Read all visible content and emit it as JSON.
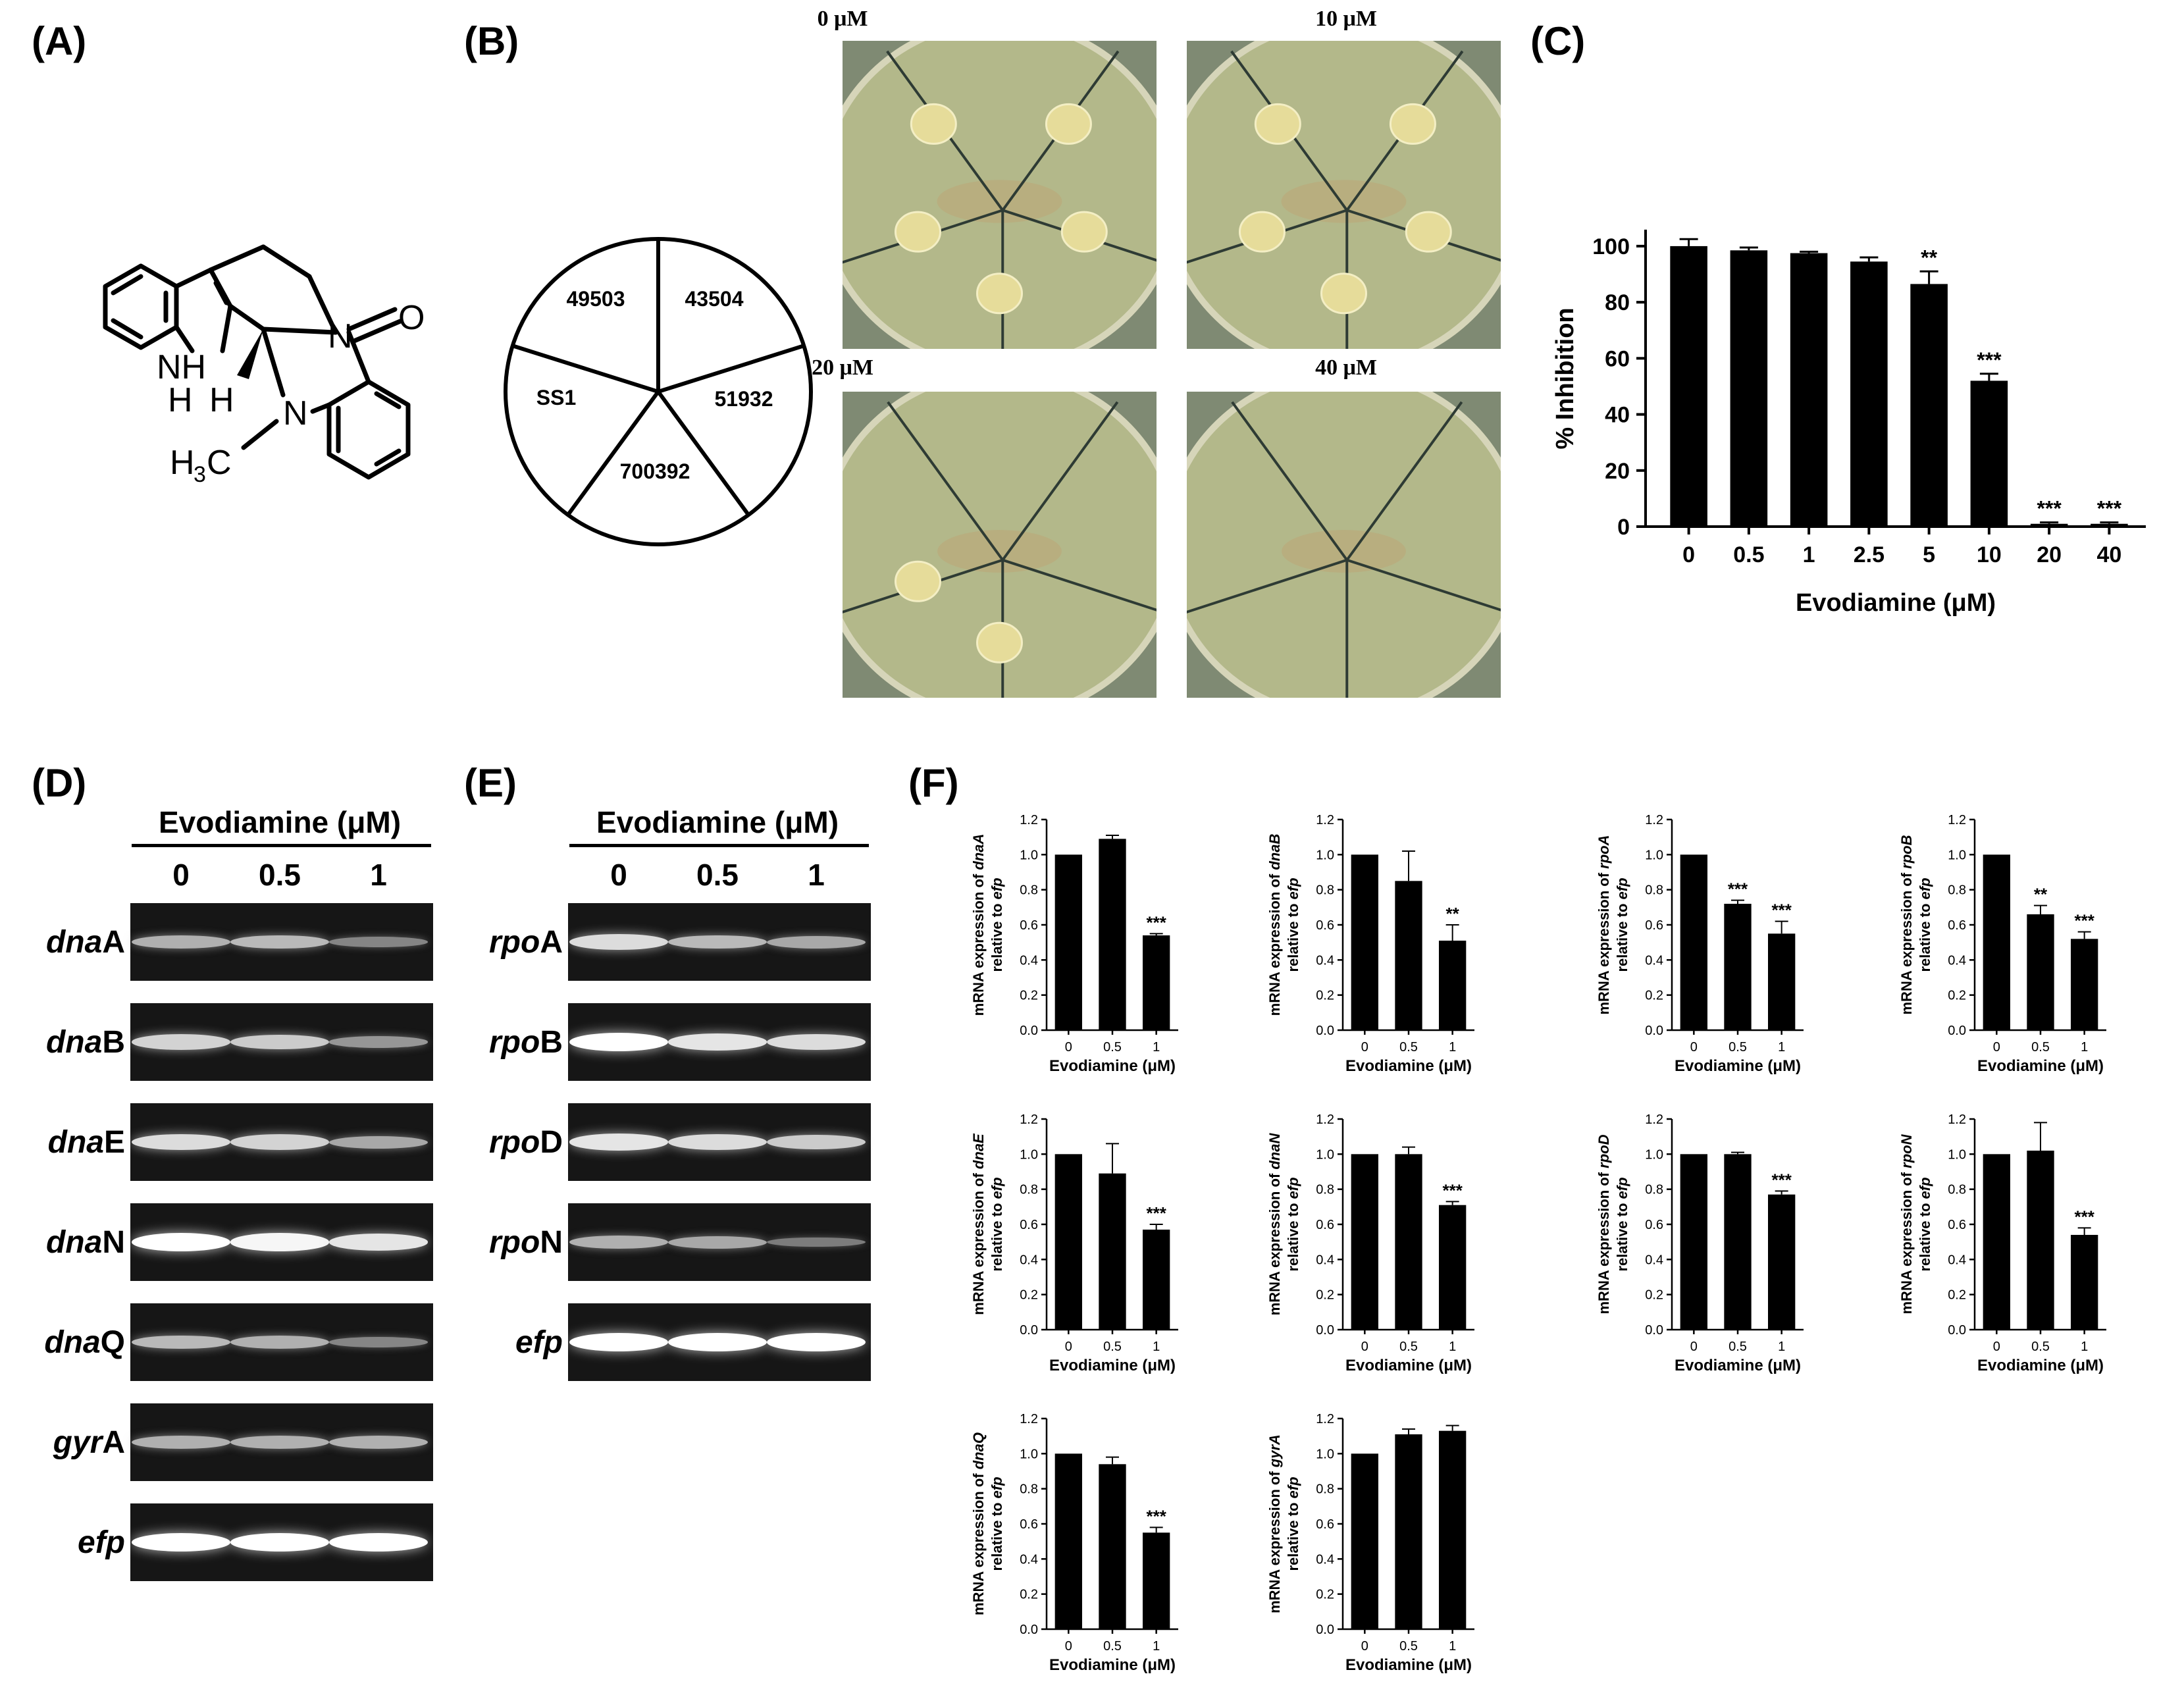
{
  "panel_labels": {
    "A": "(A)",
    "B": "(B)",
    "C": "(C)",
    "D": "(D)",
    "E": "(E)",
    "F": "(F)"
  },
  "panel_a": {
    "atoms": {
      "nh": "NH",
      "h_bottom": "H",
      "n1": "N",
      "o": "O",
      "n2": "N",
      "h_stereo": "H",
      "methyl_h": "H",
      "methyl_sub": "3",
      "methyl_c": "C"
    }
  },
  "panel_b": {
    "pie_labels": [
      "49503",
      "43504",
      "SS1",
      "51932",
      "700392"
    ],
    "plates": [
      {
        "label": "0 μM",
        "colonies": 5
      },
      {
        "label": "10 μM",
        "colonies": 5
      },
      {
        "label": "20 μM",
        "colonies": 2
      },
      {
        "label": "40 μM",
        "colonies": 0
      }
    ]
  },
  "panel_c": {
    "chart_data": {
      "type": "bar",
      "categories": [
        "0",
        "0.5",
        "1",
        "2.5",
        "5",
        "10",
        "20",
        "40"
      ],
      "values": [
        100,
        98.5,
        97.5,
        94.5,
        86.5,
        52,
        1,
        1
      ],
      "errors": [
        2.5,
        1,
        0.5,
        1.5,
        4.5,
        2.5,
        0.5,
        0.5
      ],
      "significance": [
        "",
        "",
        "",
        "",
        "**",
        "***",
        "***",
        "***"
      ],
      "xlabel": "Evodiamine  (μM)",
      "ylabel": "% Inhibition",
      "ylim": [
        0,
        100
      ],
      "yticks": [
        "0",
        "20",
        "40",
        "60",
        "80",
        "100"
      ]
    }
  },
  "panel_d": {
    "header": "Evodiamine (μM)",
    "concentrations": [
      "0",
      "0.5",
      "1"
    ],
    "genes": [
      {
        "prefix": "dna",
        "suffix": "A",
        "bands": [
          0.55,
          0.6,
          0.3
        ]
      },
      {
        "prefix": "dna",
        "suffix": "B",
        "bands": [
          0.75,
          0.7,
          0.4
        ]
      },
      {
        "prefix": "dna",
        "suffix": "E",
        "bands": [
          0.8,
          0.75,
          0.5
        ]
      },
      {
        "prefix": "dna",
        "suffix": "N",
        "bands": [
          1.0,
          0.95,
          0.85
        ]
      },
      {
        "prefix": "dna",
        "suffix": "Q",
        "bands": [
          0.6,
          0.55,
          0.3
        ]
      },
      {
        "prefix": "gyr",
        "suffix": "A",
        "bands": [
          0.55,
          0.55,
          0.55
        ]
      },
      {
        "prefix": "",
        "suffix": "efp",
        "bands": [
          1.0,
          1.0,
          1.0
        ]
      }
    ]
  },
  "panel_e": {
    "header": "Evodiamine (μM)",
    "concentrations": [
      "0",
      "0.5",
      "1"
    ],
    "genes": [
      {
        "prefix": "rpo",
        "suffix": "A",
        "bands": [
          0.8,
          0.6,
          0.5
        ]
      },
      {
        "prefix": "rpo",
        "suffix": "B",
        "bands": [
          1.0,
          0.85,
          0.8
        ]
      },
      {
        "prefix": "rpo",
        "suffix": "D",
        "bands": [
          0.85,
          0.8,
          0.7
        ]
      },
      {
        "prefix": "rpo",
        "suffix": "N",
        "bands": [
          0.55,
          0.5,
          0.25
        ]
      },
      {
        "prefix": "",
        "suffix": "efp",
        "bands": [
          1.0,
          1.0,
          1.0
        ]
      }
    ]
  },
  "panel_f": {
    "chart_data": [
      {
        "type": "bar",
        "gene": "dnaA",
        "ylabel_line1": "mRNA expression of ",
        "ylabel_gene": "dnaA",
        "ylabel_line2": "relative to ",
        "ylabel_ref": "efp",
        "xlabel": "Evodiamine (μM)",
        "categories": [
          "0",
          "0.5",
          "1"
        ],
        "values": [
          1.0,
          1.09,
          0.54
        ],
        "errors": [
          0,
          0.02,
          0.01
        ],
        "significance": [
          "",
          "",
          "***"
        ],
        "ylim": [
          0,
          1.2
        ],
        "yticks": [
          "0.0",
          "0.2",
          "0.4",
          "0.6",
          "0.8",
          "1.0",
          "1.2"
        ]
      },
      {
        "type": "bar",
        "gene": "dnaB",
        "ylabel_line1": "mRNA expression of ",
        "ylabel_gene": "dnaB",
        "ylabel_line2": "relative to ",
        "ylabel_ref": "efp",
        "xlabel": "Evodiamine (μM)",
        "categories": [
          "0",
          "0.5",
          "1"
        ],
        "values": [
          1.0,
          0.85,
          0.51
        ],
        "errors": [
          0,
          0.17,
          0.09
        ],
        "significance": [
          "",
          "",
          "**"
        ],
        "ylim": [
          0,
          1.2
        ],
        "yticks": [
          "0.0",
          "0.2",
          "0.4",
          "0.6",
          "0.8",
          "1.0",
          "1.2"
        ]
      },
      {
        "type": "bar",
        "gene": "rpoA",
        "ylabel_line1": "mRNA expression of ",
        "ylabel_gene": "rpoA",
        "ylabel_line2": "relative to ",
        "ylabel_ref": "efp",
        "xlabel": "Evodiamine (μM)",
        "categories": [
          "0",
          "0.5",
          "1"
        ],
        "values": [
          1.0,
          0.72,
          0.55
        ],
        "errors": [
          0,
          0.02,
          0.07
        ],
        "significance": [
          "",
          "***",
          "***"
        ],
        "ylim": [
          0,
          1.2
        ],
        "yticks": [
          "0.0",
          "0.2",
          "0.4",
          "0.6",
          "0.8",
          "1.0",
          "1.2"
        ]
      },
      {
        "type": "bar",
        "gene": "rpoB",
        "ylabel_line1": "mRNA expression of ",
        "ylabel_gene": "rpoB",
        "ylabel_line2": "relative to ",
        "ylabel_ref": "efp",
        "xlabel": "Evodiamine (μM)",
        "categories": [
          "0",
          "0.5",
          "1"
        ],
        "values": [
          1.0,
          0.66,
          0.52
        ],
        "errors": [
          0,
          0.05,
          0.04
        ],
        "significance": [
          "",
          "**",
          "***"
        ],
        "ylim": [
          0,
          1.2
        ],
        "yticks": [
          "0.0",
          "0.2",
          "0.4",
          "0.6",
          "0.8",
          "1.0",
          "1.2"
        ]
      },
      {
        "type": "bar",
        "gene": "dnaE",
        "ylabel_line1": "mRNA expression of ",
        "ylabel_gene": "dnaE",
        "ylabel_line2": "relative to ",
        "ylabel_ref": "efp",
        "xlabel": "Evodiamine (μM)",
        "categories": [
          "0",
          "0.5",
          "1"
        ],
        "values": [
          1.0,
          0.89,
          0.57
        ],
        "errors": [
          0,
          0.17,
          0.03
        ],
        "significance": [
          "",
          "",
          "***"
        ],
        "ylim": [
          0,
          1.2
        ],
        "yticks": [
          "0.0",
          "0.2",
          "0.4",
          "0.6",
          "0.8",
          "1.0",
          "1.2"
        ]
      },
      {
        "type": "bar",
        "gene": "dnaN",
        "ylabel_line1": "mRNA expression of ",
        "ylabel_gene": "dnaN",
        "ylabel_line2": "relative to ",
        "ylabel_ref": "efp",
        "xlabel": "Evodiamine (μM)",
        "categories": [
          "0",
          "0.5",
          "1"
        ],
        "values": [
          1.0,
          1.0,
          0.71
        ],
        "errors": [
          0,
          0.04,
          0.02
        ],
        "significance": [
          "",
          "",
          "***"
        ],
        "ylim": [
          0,
          1.2
        ],
        "yticks": [
          "0.0",
          "0.2",
          "0.4",
          "0.6",
          "0.8",
          "1.0",
          "1.2"
        ]
      },
      {
        "type": "bar",
        "gene": "rpoD",
        "ylabel_line1": "mRNA expression of ",
        "ylabel_gene": "rpoD",
        "ylabel_line2": "relative to ",
        "ylabel_ref": "efp",
        "xlabel": "Evodiamine (μM)",
        "categories": [
          "0",
          "0.5",
          "1"
        ],
        "values": [
          1.0,
          1.0,
          0.77
        ],
        "errors": [
          0,
          0.01,
          0.02
        ],
        "significance": [
          "",
          "",
          "***"
        ],
        "ylim": [
          0,
          1.2
        ],
        "yticks": [
          "0.0",
          "0.2",
          "0.4",
          "0.6",
          "0.8",
          "1.0",
          "1.2"
        ]
      },
      {
        "type": "bar",
        "gene": "rpoN",
        "ylabel_line1": "mRNA expression of ",
        "ylabel_gene": "rpoN",
        "ylabel_line2": "relative to ",
        "ylabel_ref": "efp",
        "xlabel": "Evodiamine (μM)",
        "categories": [
          "0",
          "0.5",
          "1"
        ],
        "values": [
          1.0,
          1.02,
          0.54
        ],
        "errors": [
          0,
          0.16,
          0.04
        ],
        "significance": [
          "",
          "",
          "***"
        ],
        "ylim": [
          0,
          1.2
        ],
        "yticks": [
          "0.0",
          "0.2",
          "0.4",
          "0.6",
          "0.8",
          "1.0",
          "1.2"
        ]
      },
      {
        "type": "bar",
        "gene": "dnaQ",
        "ylabel_line1": "mRNA expression of ",
        "ylabel_gene": "dnaQ",
        "ylabel_line2": "relative to ",
        "ylabel_ref": "efp",
        "xlabel": "Evodiamine (μM)",
        "categories": [
          "0",
          "0.5",
          "1"
        ],
        "values": [
          1.0,
          0.94,
          0.55
        ],
        "errors": [
          0,
          0.04,
          0.03
        ],
        "significance": [
          "",
          "",
          "***"
        ],
        "ylim": [
          0,
          1.2
        ],
        "yticks": [
          "0.0",
          "0.2",
          "0.4",
          "0.6",
          "0.8",
          "1.0",
          "1.2"
        ]
      },
      {
        "type": "bar",
        "gene": "gyrA",
        "ylabel_line1": "mRNA expression of ",
        "ylabel_gene": "gyrA",
        "ylabel_line2": "relative to ",
        "ylabel_ref": "efp",
        "xlabel": "Evodiamine (μM)",
        "categories": [
          "0",
          "0.5",
          "1"
        ],
        "values": [
          1.0,
          1.11,
          1.13
        ],
        "errors": [
          0,
          0.03,
          0.03
        ],
        "significance": [
          "",
          "",
          ""
        ],
        "ylim": [
          0,
          1.2
        ],
        "yticks": [
          "0.0",
          "0.2",
          "0.4",
          "0.6",
          "0.8",
          "1.0",
          "1.2"
        ]
      }
    ]
  }
}
